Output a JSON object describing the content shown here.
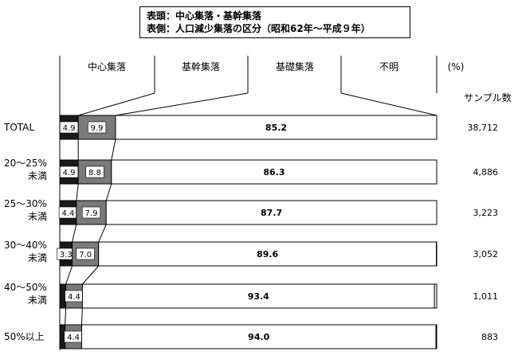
{
  "title_box": {
    "line1": "表頭：中心集落・基幹集落",
    "line2": "表側：人口減少集落の区分（昭和62年～平成９年）"
  },
  "headers": {
    "categories": [
      "中心集落",
      "基幹集落",
      "基礎集落",
      "不明"
    ],
    "unit": "(%)",
    "sample_label": "サンプル数"
  },
  "chart_data": {
    "type": "bar",
    "stacked": true,
    "orientation": "horizontal",
    "title": "",
    "xlabel": "",
    "ylabel": "",
    "xlim": [
      0,
      100
    ],
    "unit": "%",
    "legend": [
      "中心集落",
      "基幹集落",
      "基礎集落",
      "不明"
    ],
    "categories": [
      "TOTAL",
      "20～25%未満",
      "25～30%未満",
      "30～40%未満",
      "40～50%未満",
      "50%以上"
    ],
    "series": [
      {
        "name": "中心集落",
        "values": [
          4.9,
          4.9,
          4.4,
          3.3,
          1.6,
          1.4
        ],
        "labels": [
          "4.9",
          "4.9",
          "4.4",
          "3.3",
          "",
          ""
        ],
        "color": "#1a1a1a"
      },
      {
        "name": "基幹集落",
        "values": [
          9.9,
          8.8,
          7.9,
          7.0,
          4.4,
          4.4
        ],
        "labels": [
          "9.9",
          "8.8",
          "7.9",
          "7.0",
          "4.4",
          "4.4"
        ],
        "color": "#7a7a7a"
      },
      {
        "name": "基礎集落",
        "values": [
          85.2,
          86.3,
          87.7,
          89.6,
          93.4,
          94.0
        ],
        "labels": [
          "85.2",
          "86.3",
          "87.7",
          "89.6",
          "93.4",
          "94.0"
        ],
        "color": "#ffffff"
      },
      {
        "name": "不明",
        "values": [
          0.0,
          0.0,
          0.0,
          0.1,
          0.6,
          0.2
        ],
        "labels": [
          "",
          "",
          "",
          "",
          "",
          ""
        ],
        "color": "#ffffff"
      }
    ],
    "samples": [
      "38,712",
      "4,886",
      "3,223",
      "3,052",
      "1,011",
      "883"
    ],
    "row_labels": [
      [
        "TOTAL"
      ],
      [
        "20～25%",
        "未満"
      ],
      [
        "25～30%",
        "未満"
      ],
      [
        "30～40%",
        "未満"
      ],
      [
        "40～50%",
        "未満"
      ],
      [
        "50%以上"
      ]
    ]
  }
}
